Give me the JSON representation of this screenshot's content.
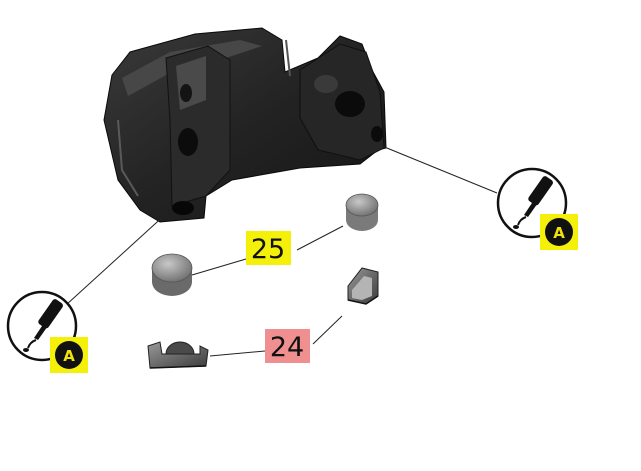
{
  "callouts": [
    {
      "id": "25",
      "label": "25",
      "highlight": "#f4f00a"
    },
    {
      "id": "24",
      "label": "24",
      "highlight": "#f08f8f"
    }
  ],
  "adhesive_badges": [
    {
      "letter": "A",
      "highlight": "#f4f00a"
    },
    {
      "letter": "A",
      "highlight": "#f4f00a"
    }
  ],
  "icons": [
    "adhesive-applicator-icon"
  ]
}
